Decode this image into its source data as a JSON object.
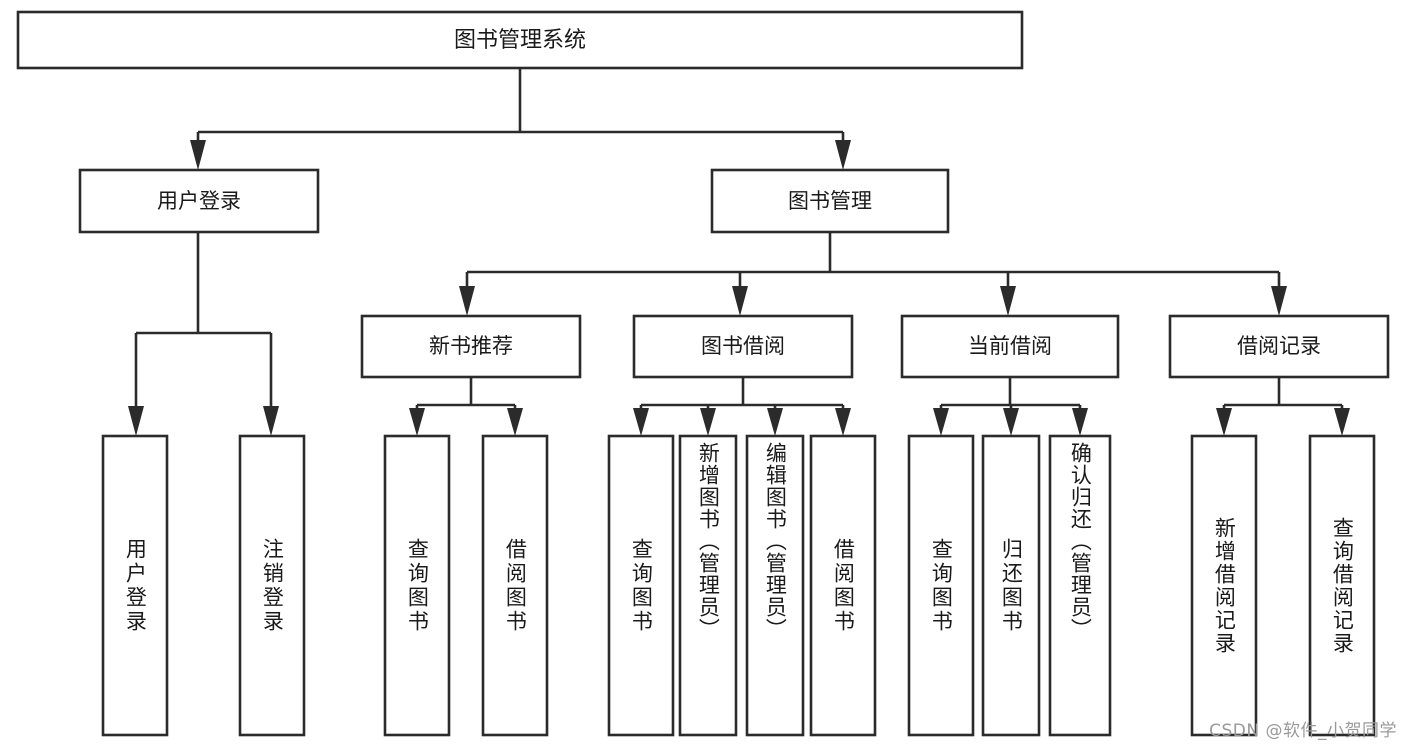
{
  "diagram": {
    "type": "tree",
    "title": "图书管理系统",
    "root": {
      "id": "root",
      "label": "图书管理系统"
    },
    "level2": [
      {
        "id": "user-login",
        "label": "用户登录"
      },
      {
        "id": "book-manage",
        "label": "图书管理"
      }
    ],
    "level3": [
      {
        "id": "new-book-recommend",
        "label": "新书推荐",
        "parent": "book-manage"
      },
      {
        "id": "book-borrow",
        "label": "图书借阅",
        "parent": "book-manage"
      },
      {
        "id": "current-borrow",
        "label": "当前借阅",
        "parent": "book-manage"
      },
      {
        "id": "borrow-record",
        "label": "借阅记录",
        "parent": "book-manage"
      }
    ],
    "leaves": [
      {
        "id": "leaf-user-login",
        "label": "用户登录",
        "parent": "user-login"
      },
      {
        "id": "leaf-user-logout",
        "label": "注销登录",
        "parent": "user-login"
      },
      {
        "id": "leaf-query-book-1",
        "label": "查询图书",
        "parent": "new-book-recommend"
      },
      {
        "id": "leaf-borrow-book-1",
        "label": "借阅图书",
        "parent": "new-book-recommend"
      },
      {
        "id": "leaf-query-book-2",
        "label": "查询图书",
        "parent": "book-borrow"
      },
      {
        "id": "leaf-add-book",
        "label": "新增图书（管理员）",
        "parent": "book-borrow"
      },
      {
        "id": "leaf-edit-book",
        "label": "编辑图书（管理员）",
        "parent": "book-borrow"
      },
      {
        "id": "leaf-borrow-book-2",
        "label": "借阅图书",
        "parent": "book-borrow"
      },
      {
        "id": "leaf-query-book-3",
        "label": "查询图书",
        "parent": "current-borrow"
      },
      {
        "id": "leaf-return-book",
        "label": "归还图书",
        "parent": "current-borrow"
      },
      {
        "id": "leaf-confirm-return",
        "label": "确认归还（管理员）",
        "parent": "current-borrow"
      },
      {
        "id": "leaf-add-record",
        "label": "新增借阅记录",
        "parent": "borrow-record"
      },
      {
        "id": "leaf-query-record",
        "label": "查询借阅记录",
        "parent": "borrow-record"
      }
    ],
    "colors": {
      "stroke": "#2b2b2b",
      "fill": "#ffffff",
      "text": "#1a1a1a",
      "watermark": "#9a9a9a"
    }
  },
  "watermark": {
    "text": "CSDN @软件_小贺同学"
  }
}
